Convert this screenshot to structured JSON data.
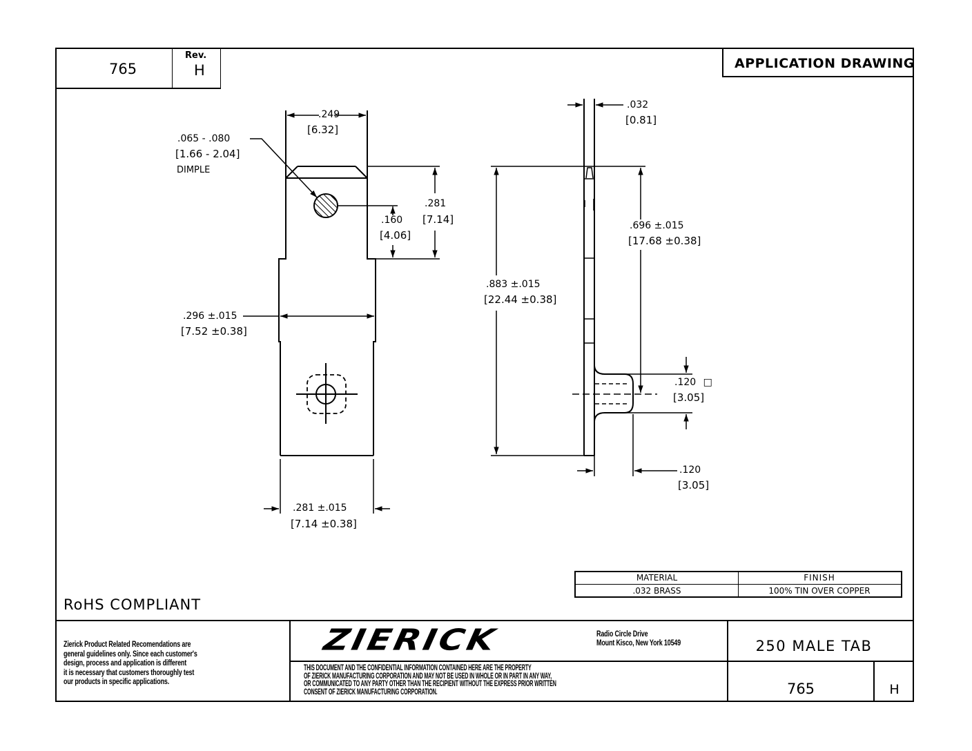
{
  "title_block_top": {
    "part_number": "765",
    "rev_label": "Rev.",
    "rev_value": "H",
    "drawing_type": "APPLICATION DRAWING"
  },
  "front_view": {
    "width_top": {
      "inch": ".249",
      "mm": "[6.32]"
    },
    "dimple": {
      "inch": ".065 - .080",
      "mm": "[1.66 - 2.04]",
      "label": "DIMPLE"
    },
    "dimple_offset": {
      "inch": ".160",
      "mm": "[4.06]"
    },
    "tab_length": {
      "inch": ".281",
      "mm": "[7.14]"
    },
    "shoulder_width": {
      "inch": ".296 ±.015",
      "mm": "[7.52 ±0.38]"
    },
    "base_width": {
      "inch": ".281 ±.015",
      "mm": "[7.14 ±0.38]"
    }
  },
  "side_view": {
    "thickness": {
      "inch": ".032",
      "mm": "[0.81]"
    },
    "to_hole": {
      "inch": ".696 ±.015",
      "mm": "[17.68 ±0.38]"
    },
    "overall_length": {
      "inch": ".883 ±.015",
      "mm": "[22.44 ±0.38]"
    },
    "boss_square": {
      "inch": ".120",
      "mm": "[3.05]",
      "symbol": "□"
    },
    "boss_height": {
      "inch": ".120",
      "mm": "[3.05]"
    }
  },
  "spec_table": {
    "headers": [
      "MATERIAL",
      "FINISH"
    ],
    "values": [
      ".032 BRASS",
      "100% TIN OVER COPPER"
    ]
  },
  "rohs": "RoHS COMPLIANT",
  "footer": {
    "disclaimer": [
      "Zierick Product Related Recomendations are",
      "general guidelines only. Since each customer's",
      "design, process and application is different",
      "it is necessary that customers thoroughly test",
      "our products in specific applications."
    ],
    "logo": "ZIERICK",
    "address": [
      "Radio Circle Drive",
      "Mount Kisco, New York 10549"
    ],
    "confidential": [
      "THIS DOCUMENT AND THE CONFIDENTIAL INFORMATION CONTAINED HERE ARE THE PROPERTY",
      "OF ZIERICK MANUFACTURING CORPORATION AND MAY NOT BE USED IN WHOLE OR IN PART IN ANY WAY,",
      "OR COMMUNICATED TO ANY PARTY OTHER THAN THE RECIPIENT WITHOUT THE EXPRESS PRIOR WRITTEN",
      "CONSENT OF ZIERICK MANUFACTURING CORPORATION."
    ],
    "part_description": "250 MALE TAB",
    "part_number": "765",
    "rev": "H"
  }
}
